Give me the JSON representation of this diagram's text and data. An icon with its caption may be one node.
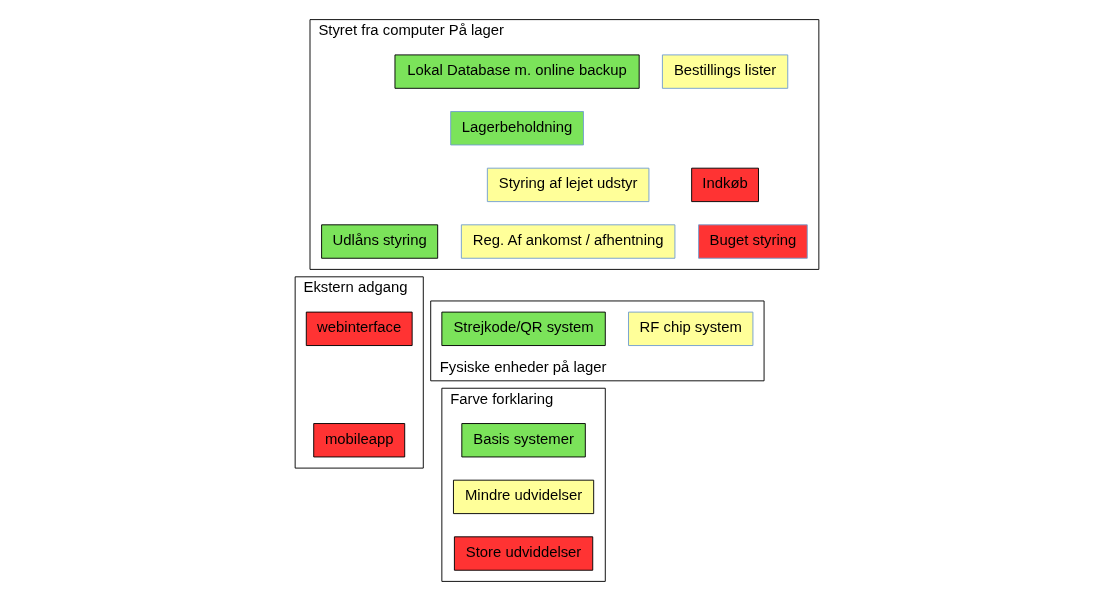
{
  "diagram": {
    "nodes": [
      {
        "text": [
          "Styret fra computer På lager"
        ]
      },
      {
        "text": [
          "Lokal Database m. online backup"
        ],
        "in": 0
      },
      {
        "text": [
          "Lagerbeholdning"
        ],
        "in": 0
      },
      {
        "text": [
          "Bestillings lister"
        ],
        "in": 0
      },
      {
        "text": [
          "Styring af lejet udstyr"
        ],
        "in": 0
      },
      {
        "text": [
          "Indkøb"
        ],
        "in": 0
      },
      {
        "text": [
          "Udlåns styring"
        ],
        "in": 0
      },
      {
        "text": [
          "Reg. Af ankomst / afhentning"
        ],
        "in": 0
      },
      {
        "text": [
          "Buget styring"
        ],
        "in": 0
      },
      {
        "text": [
          "Fysiske enheder på lager"
        ]
      },
      {
        "text": [
          "Strejkode/QR system"
        ],
        "in": 9
      },
      {
        "text": [
          "RF chip system"
        ],
        "in": 9
      },
      {
        "text": [
          "Ekstern adgang"
        ]
      },
      {
        "text": [
          "webinterface"
        ],
        "in": 12
      },
      {
        "text": [
          "mobileapp"
        ],
        "in": 12
      },
      {
        "text": [
          "Farve forklaring"
        ]
      },
      {
        "text": [
          "Basis systemer"
        ],
        "in": 15
      },
      {
        "text": [
          "Mindre udvidelser"
        ],
        "in": 15
      },
      {
        "text": [
          "Store udviddelser"
        ],
        "in": 15
      }
    ],
    "edges": []
  }
}
